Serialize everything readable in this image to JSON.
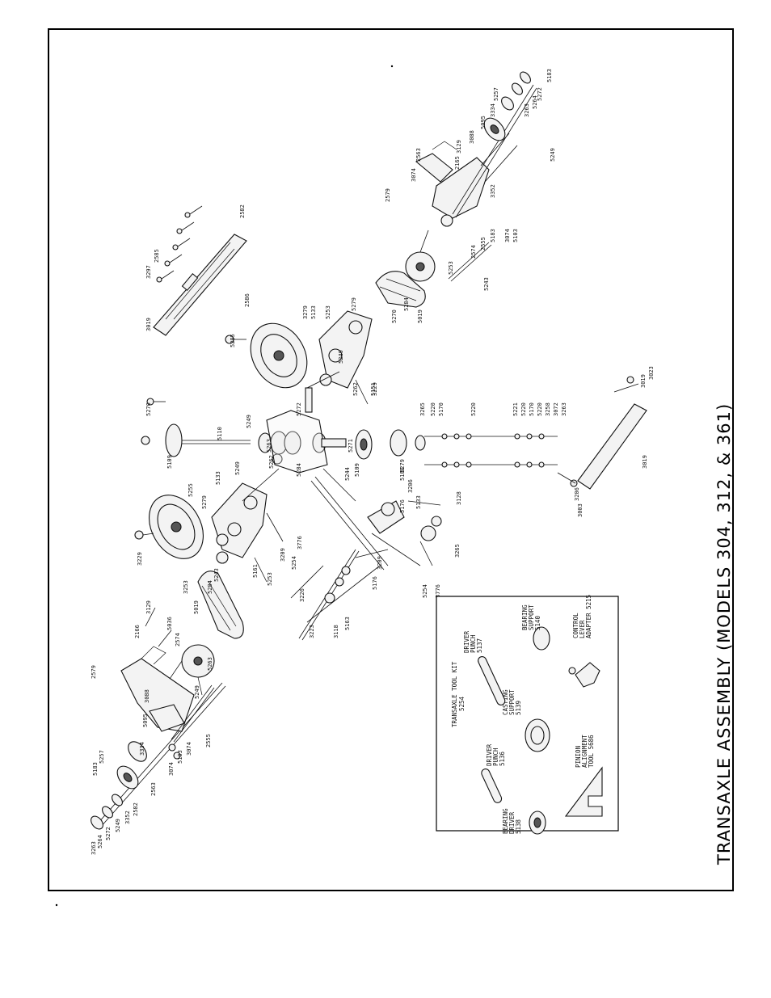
{
  "title": "TRANSAXLE ASSEMBLY (MODELS 304, 312, & 361)",
  "tool_kit": {
    "heading": "TRANSAXLE TOOL KIT",
    "number": "5254",
    "tools": [
      {
        "label1": "BEARING",
        "label2": "DRIVER",
        "label3": "5138"
      },
      {
        "label1": "DRIVER",
        "label2": "PUNCH",
        "label3": "5136"
      },
      {
        "label1": "CASTING",
        "label2": "SUPPORT",
        "label3": "5139"
      },
      {
        "label1": "DRIVER",
        "label2": "PUNCH",
        "label3": "5137"
      },
      {
        "label1": "BEARING",
        "label2": "SUPPORT",
        "label3": "5140"
      },
      {
        "label1": "PINION",
        "label2": "ALIGNMENT",
        "label3": "TOOL 5686"
      },
      {
        "label1": "CONTROL",
        "label2": "LEVER",
        "label3": "ADAPTER 5215"
      }
    ]
  },
  "callouts": [
    "3263",
    "5264",
    "5272",
    "5249",
    "3352",
    "2582",
    "5183",
    "5257",
    "3334",
    "5095",
    "3088",
    "2563",
    "3074",
    "5103",
    "3074",
    "2555",
    "2579",
    "2166",
    "3129",
    "5036",
    "2574",
    "5263",
    "5249",
    "3253",
    "5019",
    "5284",
    "5243",
    "3229",
    "5255",
    "5279",
    "5133",
    "5249",
    "5262",
    "5161",
    "5253",
    "3209",
    "3776",
    "5254",
    "3226",
    "3223",
    "3118",
    "5163",
    "5176",
    "3209",
    "5254",
    "3776",
    "3265",
    "3128",
    "5176",
    "5263",
    "5109",
    "5270",
    "5110",
    "5249",
    "5284",
    "5272",
    "5271",
    "5244",
    "5109",
    "5279",
    "3265",
    "5220",
    "5170",
    "5220",
    "5221",
    "5220",
    "5170",
    "5220",
    "3258",
    "3072",
    "3263",
    "3206",
    "5133",
    "5108",
    "3206",
    "3003",
    "3019",
    "3023",
    "3019",
    "2586",
    "5285",
    "3279",
    "5133",
    "5253",
    "5279",
    "5249",
    "5262",
    "3229",
    "5151",
    "5270",
    "5284",
    "5019",
    "5253",
    "5243",
    "2574",
    "2555",
    "5183",
    "3074",
    "5103",
    "3074",
    "2563",
    "2579",
    "2165",
    "3129",
    "3088",
    "5095",
    "3334",
    "5257",
    "5183",
    "3263",
    "5264",
    "5272",
    "5249",
    "3352",
    "2582",
    "2585",
    "3297",
    "3019",
    "5297"
  ]
}
